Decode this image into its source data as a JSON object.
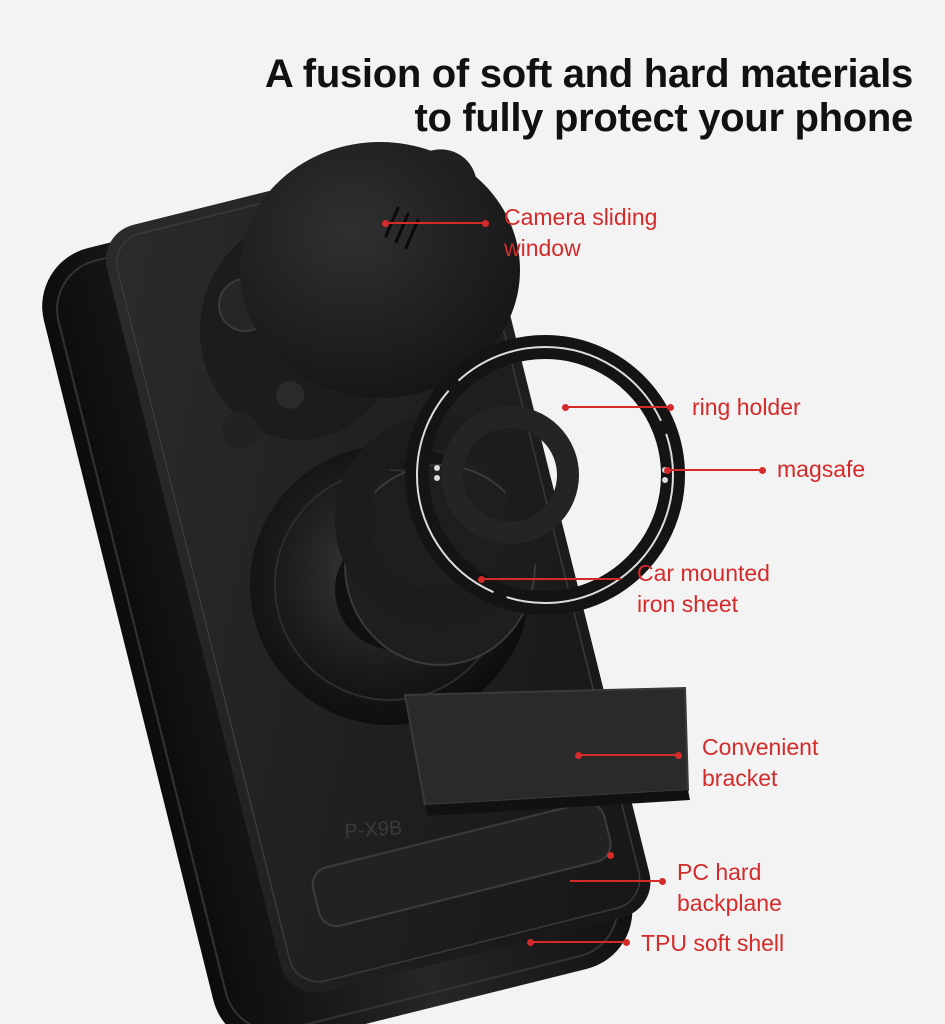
{
  "headline": {
    "line1": "A fusion of soft and hard materials",
    "line2": "to fully protect your phone"
  },
  "engraving": "P-X9B",
  "labels": {
    "camera": {
      "line1": "Camera sliding",
      "line2": "window"
    },
    "ring": {
      "line1": "ring holder"
    },
    "magsafe": {
      "line1": "magsafe"
    },
    "car": {
      "line1": "Car mounted",
      "line2": "iron sheet"
    },
    "bracket": {
      "line1": "Convenient",
      "line2": "bracket"
    },
    "pc": {
      "line1": "PC hard",
      "line2": "backplane"
    },
    "tpu": {
      "line1": "TPU soft shell"
    }
  },
  "colors": {
    "background": "#f3f3f3",
    "accent": "#d42a2a",
    "headline": "#111111",
    "case": "#1b1b1b"
  }
}
